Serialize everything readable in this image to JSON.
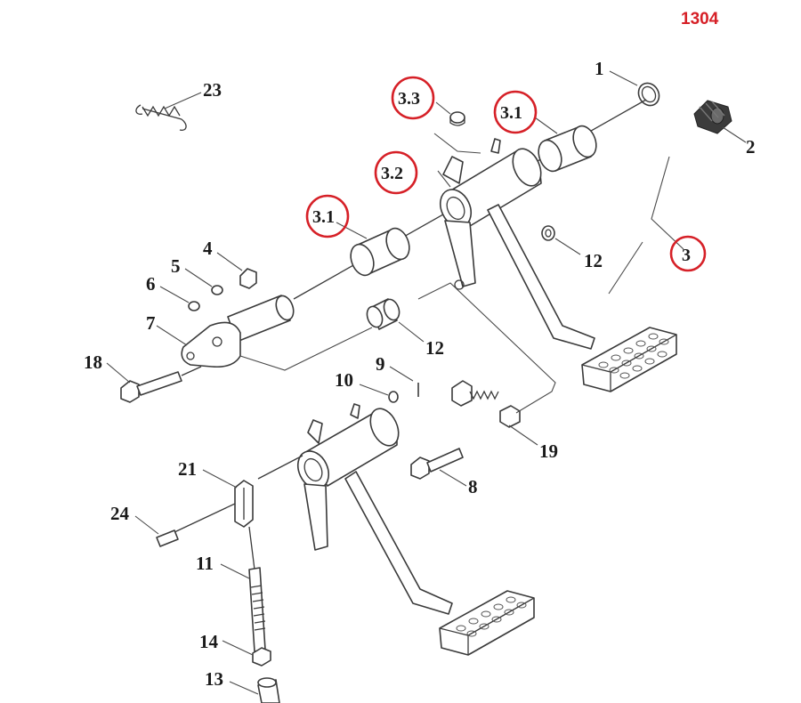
{
  "page_number": "1304",
  "colors": {
    "highlight": "#d62027",
    "line": "#3a3a3a",
    "label": "#1a1a1a"
  },
  "callouts": {
    "c1": "1",
    "c2": "2",
    "c3": "3",
    "c3_1a": "3.1",
    "c3_1b": "3.1",
    "c3_2": "3.2",
    "c3_3": "3.3",
    "c4": "4",
    "c5": "5",
    "c6": "6",
    "c7": "7",
    "c8": "8",
    "c9": "9",
    "c10": "10",
    "c11": "11",
    "c12a": "12",
    "c12b": "12",
    "c13": "13",
    "c14": "14",
    "c18": "18",
    "c19": "19",
    "c21": "21",
    "c23": "23",
    "c24": "24"
  }
}
